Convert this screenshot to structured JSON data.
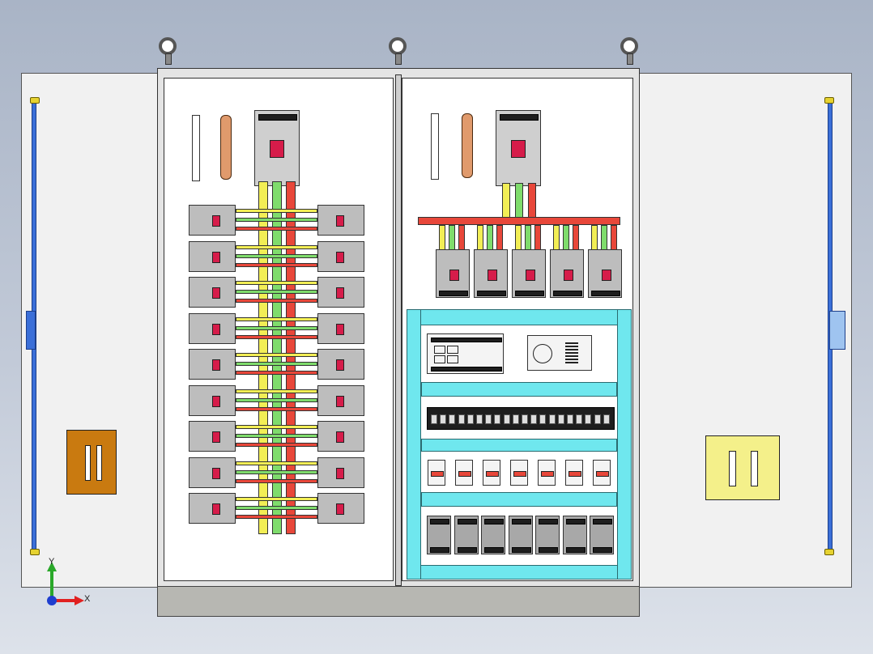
{
  "view": {
    "axis_triad": {
      "x_label": "X",
      "y_label": "Y"
    }
  },
  "colors": {
    "phase_l1": "#f2ee55",
    "phase_l2": "#7fdc6c",
    "phase_l3": "#e8473a",
    "din_rail_frame": "#6fe7ee",
    "left_door_handle": "#c97a10",
    "right_door_handle": "#f4f08a",
    "hinge_rod": "#3b6fd8"
  },
  "icons": {
    "lifting_eye": "ring-bolt-icon",
    "triad": "xyz-axis-icon"
  },
  "left_panel": {
    "breaker_rows": 9,
    "breakers_per_side": 1
  },
  "right_panel": {
    "feeder_breakers": 5,
    "fuse_modules": 7,
    "contactor_modules": 7,
    "terminal_count": 20
  }
}
